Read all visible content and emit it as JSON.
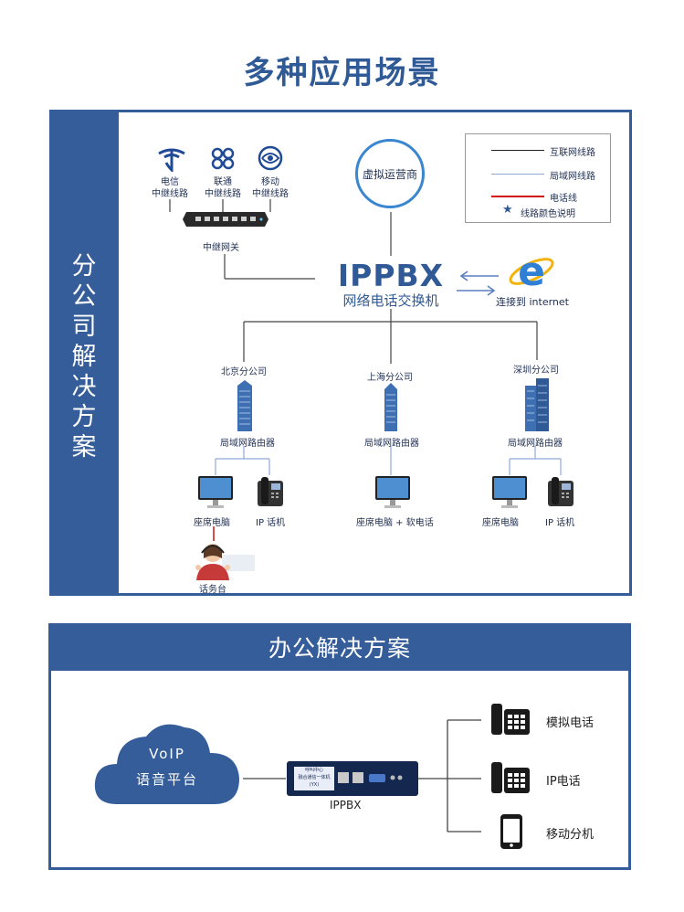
{
  "title": "多种应用场景",
  "branch": {
    "side_title": "分公司解决方案",
    "carriers": [
      {
        "name": "电信",
        "line": "中继线路"
      },
      {
        "name": "联通",
        "line": "中继线路"
      },
      {
        "name": "移动",
        "line": "中继线路"
      }
    ],
    "gateway_label": "中继网关",
    "virtual_operator": "虚拟运营商",
    "ippbx_title": "IPPBX",
    "ippbx_subtitle": "网络电话交换机",
    "internet_label": "连接到 internet",
    "legend": {
      "items": [
        {
          "label": "互联网线路",
          "color": "#222222"
        },
        {
          "label": "局域网线路",
          "color": "#8fa8d8"
        },
        {
          "label": "电话线",
          "color": "#d01010"
        }
      ],
      "note": "线路颜色说明"
    },
    "branches": [
      {
        "name": "北京分公司",
        "router": "局域网路由器",
        "devices": [
          "座席电脑",
          "IP 话机"
        ]
      },
      {
        "name": "上海分公司",
        "router": "局域网路由器",
        "devices": [
          "座席电脑 + 软电话"
        ]
      },
      {
        "name": "深圳分公司",
        "router": "局域网路由器",
        "devices": [
          "座席电脑",
          "IP 话机"
        ]
      }
    ],
    "operator_desk": "话务台"
  },
  "office": {
    "heading": "办公解决方案",
    "cloud_line1": "VoIP",
    "cloud_line2": "语音平台",
    "device_label": "IPPBX",
    "device_screen": [
      "呼叫中心",
      "融合通信一体机",
      "(YX)"
    ],
    "endpoints": [
      {
        "label": "模拟电话",
        "icon": "desk-phone-icon"
      },
      {
        "label": "IP电话",
        "icon": "ip-phone-icon"
      },
      {
        "label": "移动分机",
        "icon": "mobile-phone-icon"
      }
    ]
  }
}
